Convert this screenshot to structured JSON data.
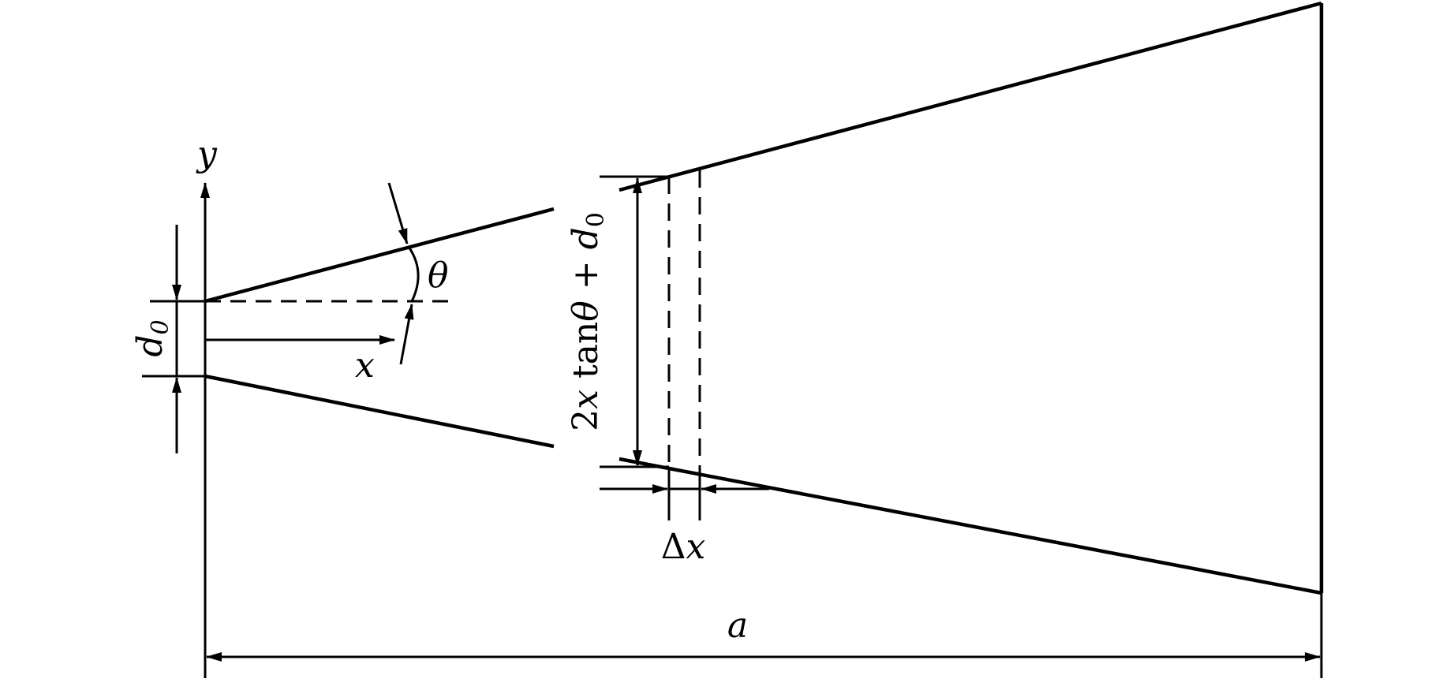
{
  "labels": {
    "y_axis": "y",
    "x_axis": "x",
    "angle": "θ",
    "d0_main": "d",
    "d0_sub": "0",
    "width_expr_prefix": "2",
    "width_expr_x": "x",
    "width_expr_tan": " tan",
    "width_expr_theta": "θ",
    "width_expr_plus": " + ",
    "width_expr_d": "d",
    "width_expr_sub": "0",
    "delta": "Δ",
    "delta_x": "x",
    "length": "a"
  },
  "colors": {
    "stroke": "#000000",
    "background": "#ffffff"
  }
}
